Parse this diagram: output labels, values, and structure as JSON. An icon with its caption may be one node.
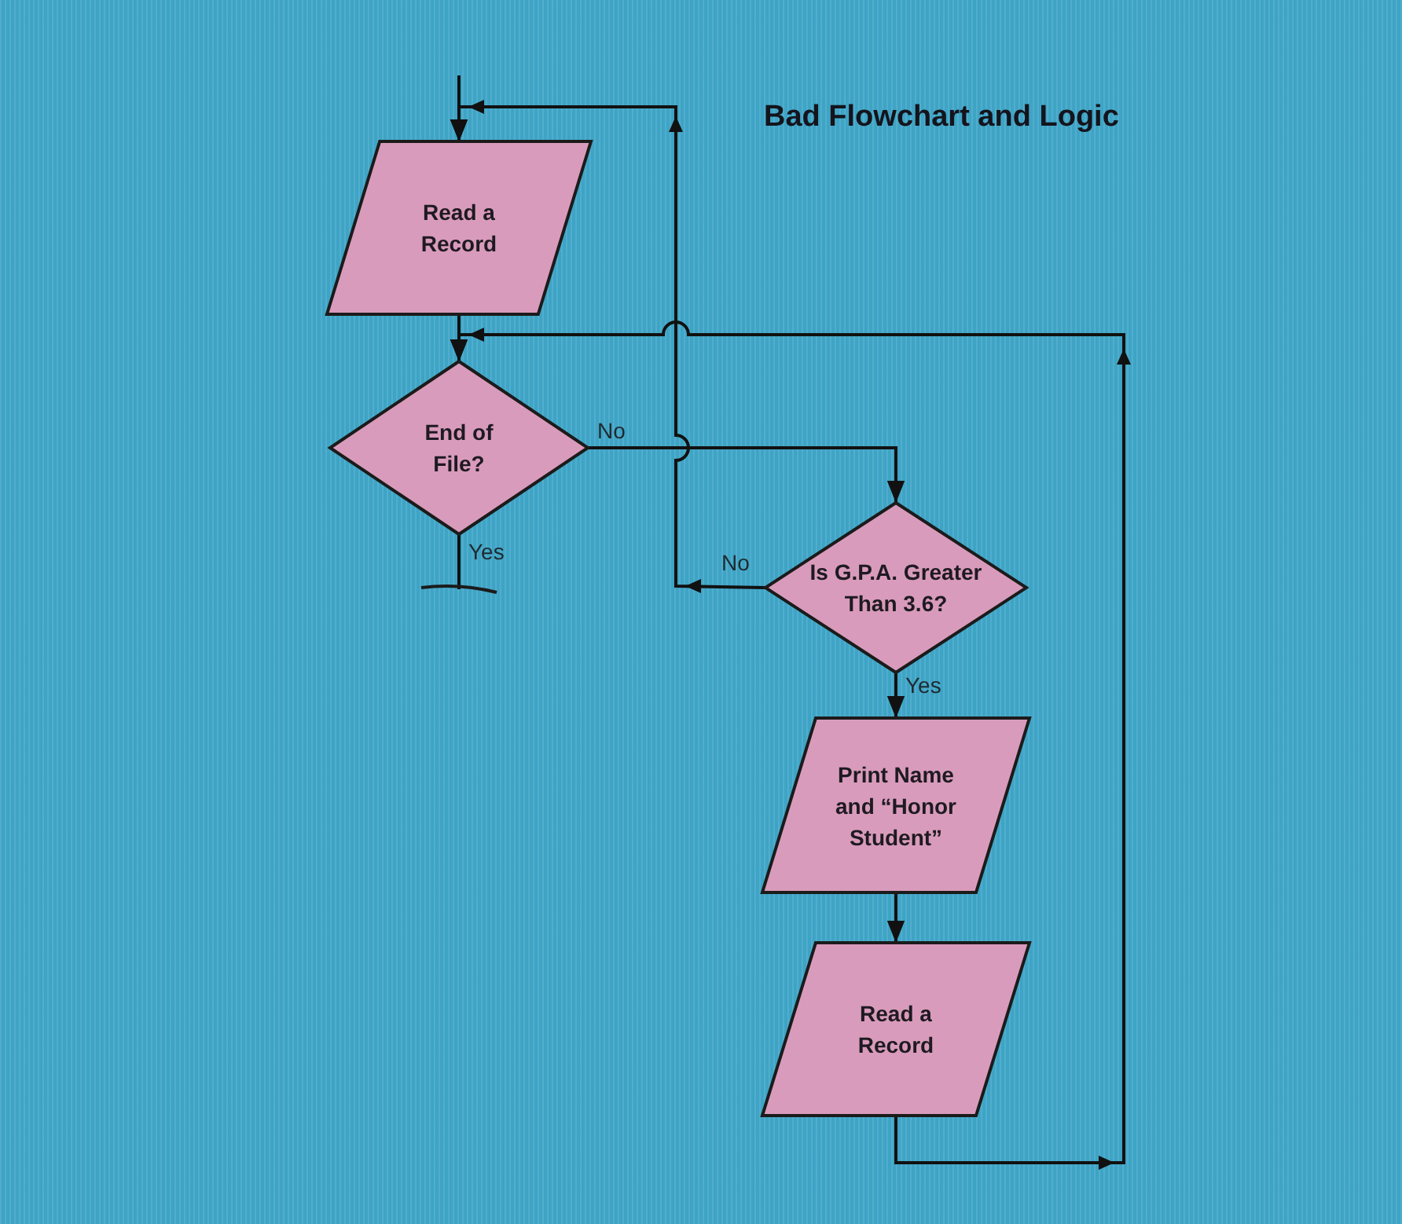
{
  "diagram": {
    "title": "Bad Flowchart and Logic",
    "nodes": [
      {
        "text": [
          "Read a Record"
        ]
      },
      {
        "text": [
          "End of File?"
        ]
      },
      {
        "text": [
          "Is G.P.A. Greater Than 3.6?"
        ]
      },
      {
        "text": [
          "Print Name and “Honor Student”"
        ]
      },
      {
        "text": [
          "Read a Record"
        ]
      },
      {
        "text": [],
        "shape": "bar"
      }
    ],
    "edges": [
      {
        "from": null,
        "to": 0,
        "arrow": "to"
      },
      {
        "from": 2,
        "to": 0,
        "arrow": "to",
        "label": "No"
      },
      {
        "from": 0,
        "to": 1,
        "arrow": "to"
      },
      {
        "from": 1,
        "to": 2,
        "arrow": "to",
        "label": "No"
      },
      {
        "from": 1,
        "to": 5,
        "arrow": "none",
        "label": "Yes"
      },
      {
        "from": 2,
        "to": 3,
        "arrow": "to",
        "label": "Yes"
      },
      {
        "from": 3,
        "to": 4,
        "arrow": "to"
      },
      {
        "from": 4,
        "to": 1,
        "arrow": "to"
      }
    ]
  }
}
